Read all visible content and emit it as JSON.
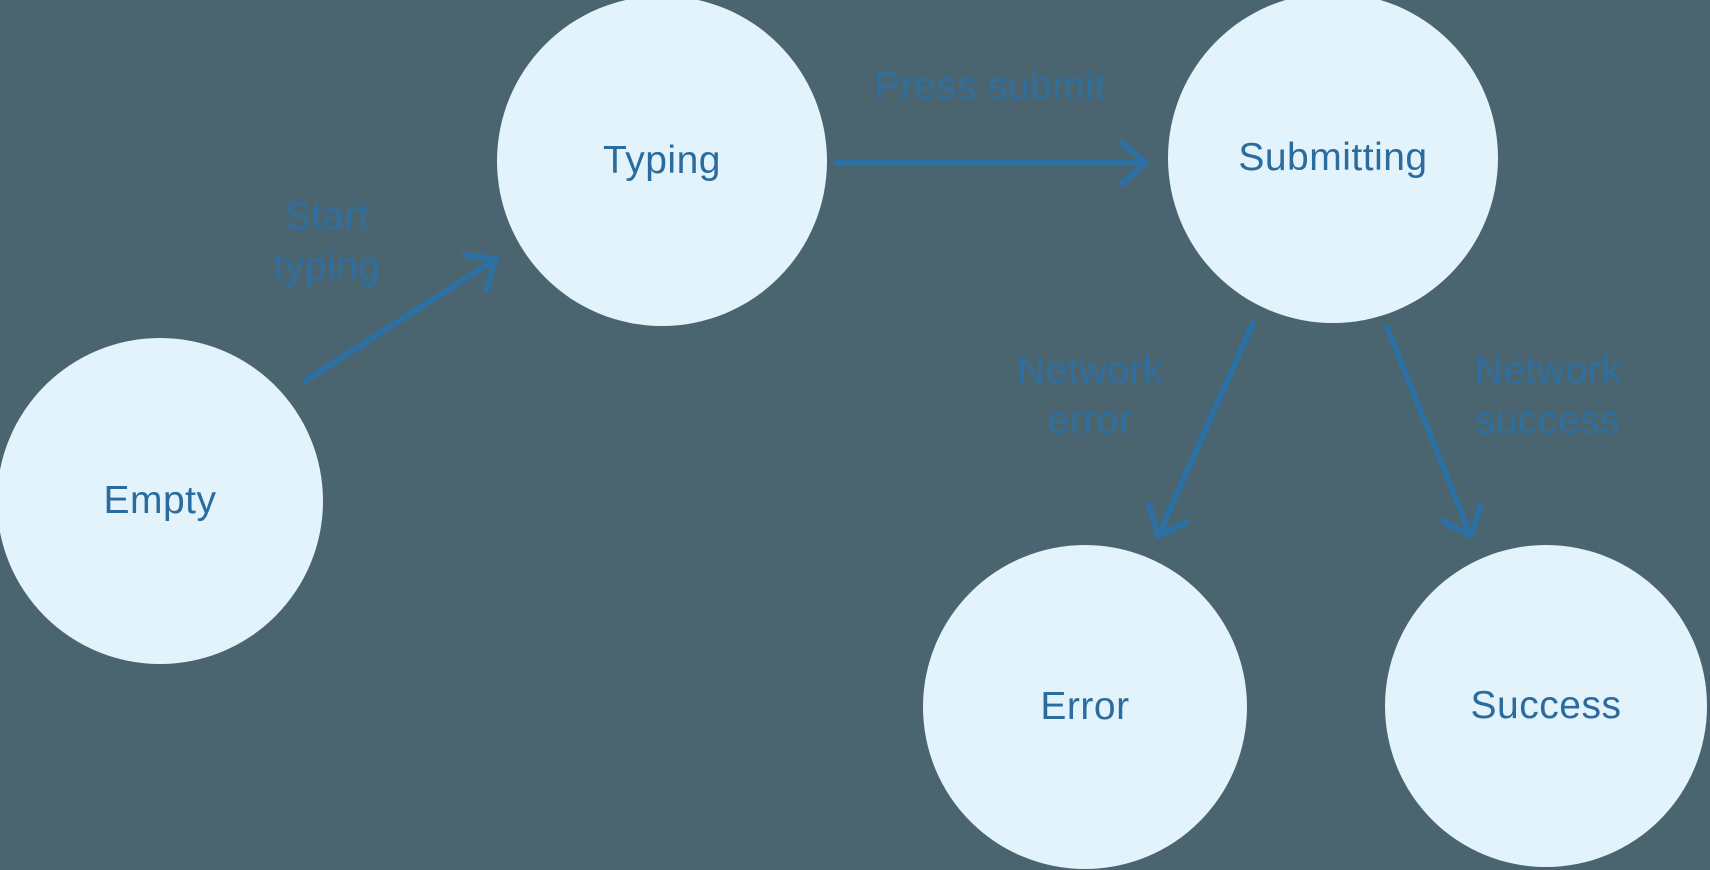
{
  "diagram": {
    "type": "state-machine",
    "background_color": "#4b6570",
    "node_fill_color": "#e2f3fc",
    "node_text_color": "#2c6b9e",
    "arrow_color": "#2d70a3",
    "edge_label_color": "#2f6fa0",
    "nodes": [
      {
        "id": "empty",
        "label": "Empty"
      },
      {
        "id": "typing",
        "label": "Typing"
      },
      {
        "id": "submitting",
        "label": "Submitting"
      },
      {
        "id": "error",
        "label": "Error"
      },
      {
        "id": "success",
        "label": "Success"
      }
    ],
    "edges": [
      {
        "from": "empty",
        "to": "typing",
        "label": "Start\ntyping"
      },
      {
        "from": "typing",
        "to": "submitting",
        "label": "Press submit"
      },
      {
        "from": "submitting",
        "to": "error",
        "label": "Network\nerror"
      },
      {
        "from": "submitting",
        "to": "success",
        "label": "Network\nsuccess"
      }
    ]
  }
}
